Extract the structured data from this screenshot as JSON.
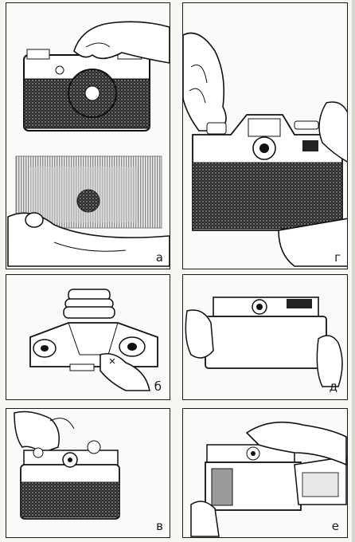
{
  "panels": [
    {
      "id": "a",
      "label": "а"
    },
    {
      "id": "b",
      "label": "б"
    },
    {
      "id": "v",
      "label": "в"
    },
    {
      "id": "g",
      "label": "г"
    },
    {
      "id": "d",
      "label": "д"
    },
    {
      "id": "e",
      "label": "е"
    }
  ]
}
